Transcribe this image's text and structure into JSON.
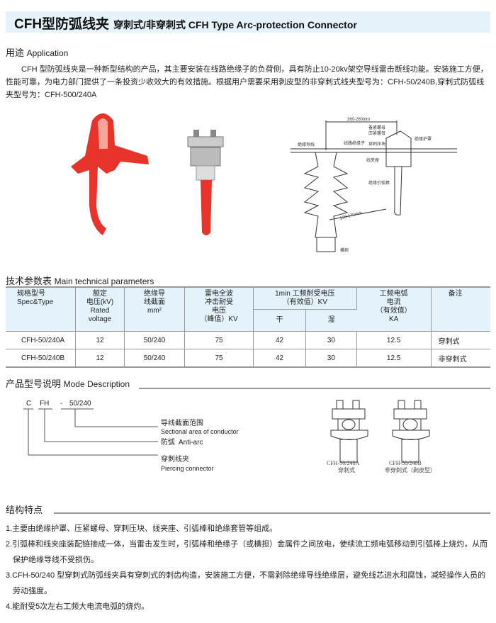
{
  "title": {
    "main": "CFH型防弧线夹",
    "sub": "穿刺式/非穿刺式 CFH Type Arc-protection Connector"
  },
  "application": {
    "heading_cn": "用途",
    "heading_en": "Application",
    "text": "CFH 型防弧线夹是一种新型结构的产品，其主要安装在线路绝缘子的负荷侧，具有防止10-20kv架空导线雷击断线功能。安装施工方便，性能可靠，为电力部门提供了一条投资少收效大的有效措施。根据用户需要采用剥皮型的非穿刺式线夹型号为：CFH-50/240B,穿刺式防弧线夹型号为：CFH-500/240A"
  },
  "diagram": {
    "dim_top": "260-280mm",
    "dim_side": "150-170mm",
    "labels": [
      "绝缘导线",
      "线路绝缘子",
      "备紧螺母",
      "压紧螺母",
      "穿刺压块",
      "绝缘护罩",
      "线夹座",
      "绝缘引弧棒",
      "横担"
    ]
  },
  "params": {
    "heading_cn": "技术参数表",
    "heading_en": "Main technical parameters",
    "headers": {
      "spec": [
        "规格型号",
        "Spec&Type"
      ],
      "voltage": [
        "额定",
        "电压(kV)",
        "Rated",
        "voltage"
      ],
      "area": [
        "绝缘导",
        "线截面",
        "mm²"
      ],
      "impulse": [
        "雷电全波",
        "冲击耐受",
        "电压",
        "（峰值）KV"
      ],
      "freq": [
        "1min 工频耐受电压",
        "（有效值）KV"
      ],
      "dry": "干",
      "wet": "湿",
      "arc": [
        "工频电弧",
        "电流",
        "（有效值）",
        "KA"
      ],
      "note": "备注"
    },
    "rows": [
      [
        "CFH-50/240A",
        "12",
        "50/240",
        "75",
        "42",
        "30",
        "12.5",
        "穿刺式"
      ],
      [
        "CFH-50/240B",
        "12",
        "50/240",
        "75",
        "42",
        "30",
        "12.5",
        "非穿刺式"
      ]
    ]
  },
  "mode": {
    "heading_cn": "产品型号说明",
    "heading_en": "Mode Description",
    "code": [
      "C",
      "FH",
      "-",
      "50/240"
    ],
    "items": [
      {
        "cn": "导线截面范围",
        "en": "Sectional area of conductor"
      },
      {
        "cn": "防弧",
        "en": "Anti-arc"
      },
      {
        "cn": "穿刺线夹",
        "en": "Piercing connector"
      }
    ],
    "figures": [
      {
        "model": "CFH-50/240A",
        "type": "穿刺式"
      },
      {
        "model": "CFH-50/240B",
        "type": "非穿刺式（剥皮型）"
      }
    ]
  },
  "features": {
    "heading": "结构特点",
    "items": [
      "1.主要由绝缘护罩、压紧螺母、穿刺压块、线夹座、引弧棒和绝缘套管等组成。",
      "2.引弧棒和线夹座装配链接成一体，当雷击发生时，引弧棒和绝缘子（或横担）金属件之间放电，使续流工频电弧移动到引弧棒上烧灼，从而保护绝缘导线不受损伤。",
      "3.CFH-50/240 型穿刺式防弧线夹具有穿刺式的刺齿构造，安装施工方便，不需剥除绝缘导线绝缘层，避免线芯进水和腐蚀，减轻操作人员的劳动强度。",
      "4.能耐受5次左右工频大电流电弧的烧灼。"
    ]
  },
  "colors": {
    "red": "#e8332a",
    "header_bg": "#e4f3fb"
  }
}
